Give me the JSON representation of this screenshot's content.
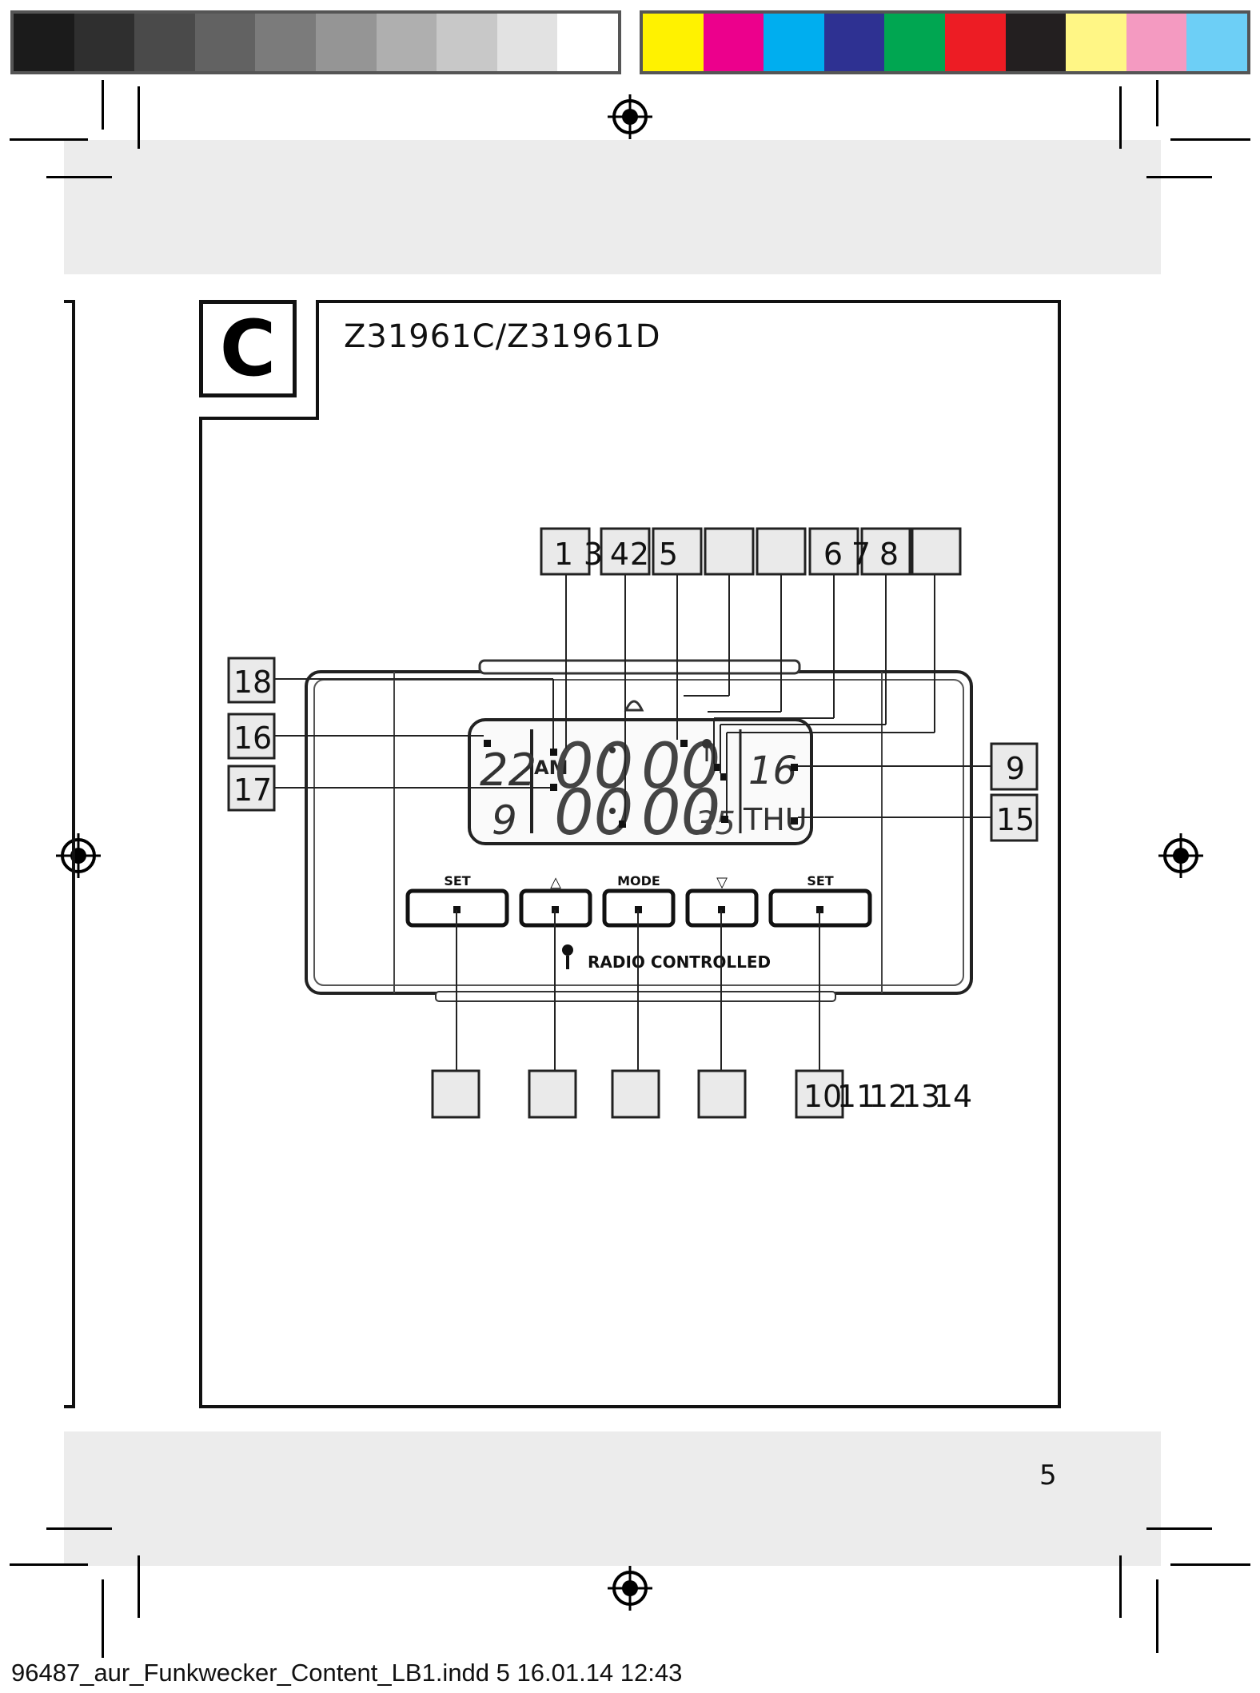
{
  "colors": {
    "grays": [
      "#1b1b1b",
      "#2f2f2f",
      "#4a4a4a",
      "#626262",
      "#7b7b7b",
      "#959595",
      "#afafaf",
      "#c8c8c8",
      "#e2e2e2",
      "#ffffff"
    ],
    "process": [
      "#fff200",
      "#ec008c",
      "#00aeef",
      "#2e3192",
      "#00a651",
      "#ed1c24",
      "#231f20",
      "#fff685",
      "#f49ac1",
      "#6dcff6"
    ],
    "band": "#ececec"
  },
  "page": {
    "section_letter": "C",
    "model": "Z31961C/Z31961D",
    "page_number": "5",
    "footer": "96487_aur_Funkwecker_Content_LB1.indd   5   16.01.14   12:43"
  },
  "figure": {
    "top_labels": [
      {
        "text": "1"
      },
      {
        "text": "3"
      },
      {
        "text": "4"
      },
      {
        "text": "2"
      },
      {
        "text": "5"
      },
      {
        "text": "6"
      },
      {
        "text": "7"
      },
      {
        "text": "8"
      }
    ],
    "left_labels": [
      {
        "text": "18"
      },
      {
        "text": "16"
      },
      {
        "text": "17"
      }
    ],
    "right_labels": [
      {
        "text": "9"
      },
      {
        "text": "15"
      }
    ],
    "bottom_labels": [
      {
        "text": "10"
      },
      {
        "text": "11"
      },
      {
        "text": "12"
      },
      {
        "text": "13"
      },
      {
        "text": "14"
      }
    ],
    "buttons": [
      "SET",
      "△",
      "MODE",
      "▽",
      "SET"
    ],
    "brand_text": "RADIO CONTROLLED",
    "display": {
      "indoor_temp": "22",
      "am_pm": "AM",
      "humidity": "9",
      "hours": "00",
      "minutes": "00",
      "seconds": "35",
      "date": "16",
      "weekday": "THU"
    }
  }
}
